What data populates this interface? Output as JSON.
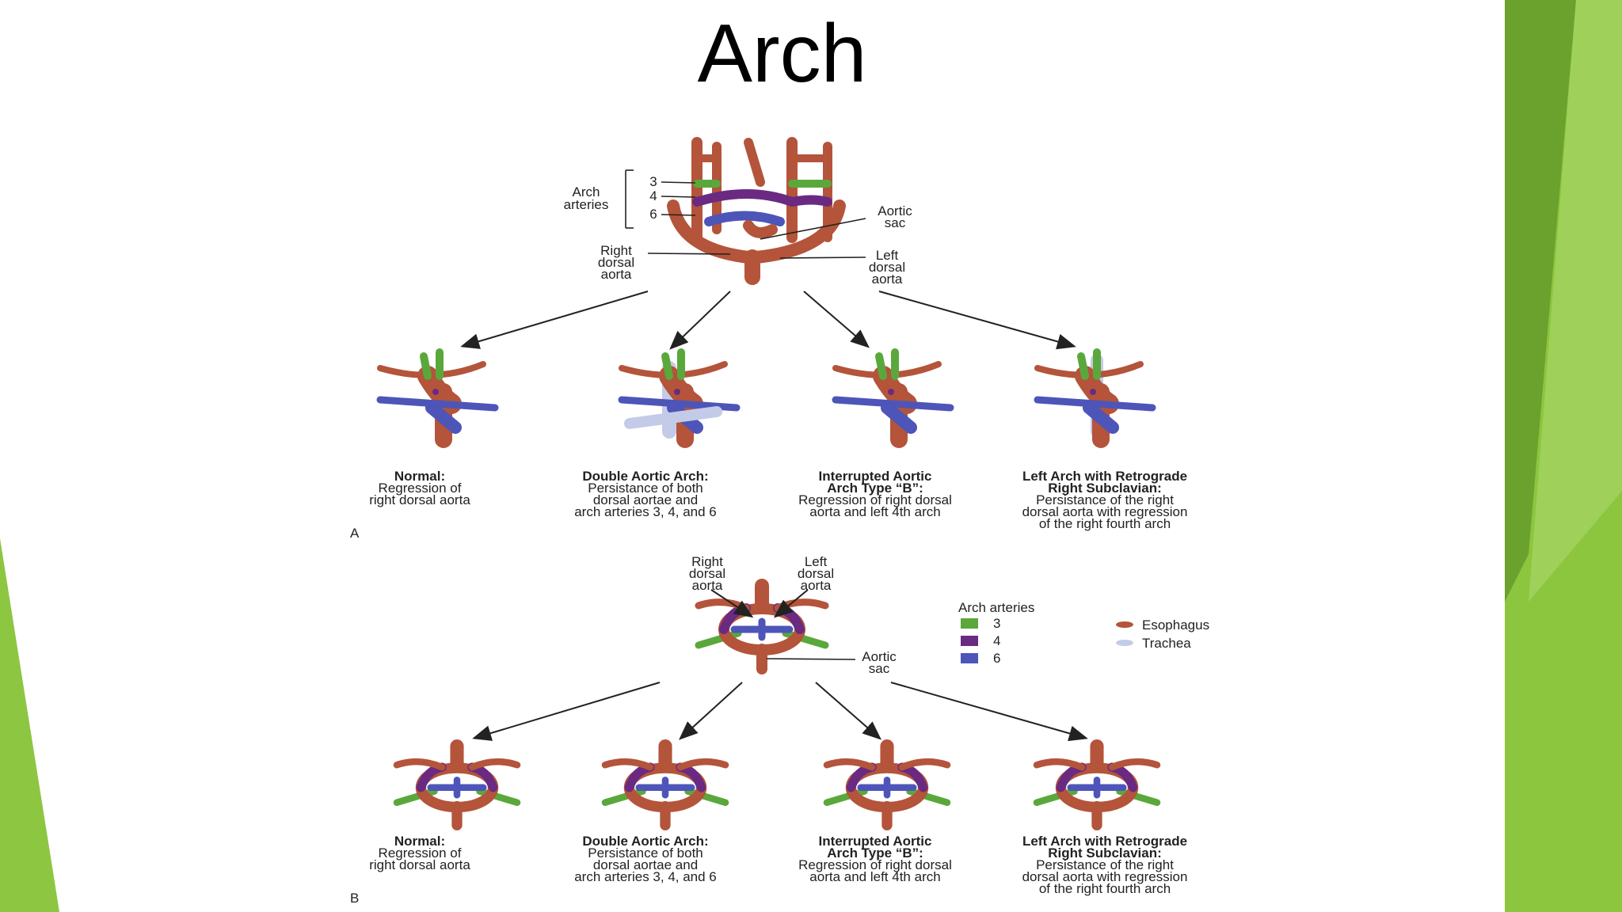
{
  "slide": {
    "title": "Arch",
    "colors": {
      "right_band": "#8cc63f",
      "right_band_dark": "#6aa22d",
      "left_wedge": "#8dc641",
      "vessel": "#b4543a",
      "arch3": "#5aa83c",
      "arch4": "#6a2a82",
      "arch6": "#4e55b8",
      "trachea": "#c4cbe8"
    }
  },
  "figure_a": {
    "panel_letter": "A",
    "arch_arteries_label": [
      "Arch",
      "arteries"
    ],
    "arch_numbers": [
      "3",
      "4",
      "6"
    ],
    "aortic_sac_label": [
      "Aortic",
      "sac"
    ],
    "right_dorsal_label": [
      "Right",
      "dorsal",
      "aorta"
    ],
    "left_dorsal_label": [
      "Left",
      "dorsal",
      "aorta"
    ],
    "variants": [
      {
        "heading": [
          "Normal:"
        ],
        "text": [
          "Regression of",
          "right dorsal aorta"
        ]
      },
      {
        "heading": [
          "Double Aortic Arch:"
        ],
        "text": [
          "Persistance of both",
          "dorsal aortae and",
          "arch arteries 3, 4, and 6"
        ]
      },
      {
        "heading": [
          "Interrupted Aortic",
          "Arch Type “B”:"
        ],
        "text": [
          "Regression of right dorsal",
          "aorta and left 4th arch"
        ]
      },
      {
        "heading": [
          "Left Arch with Retrograde",
          "Right Subclavian:"
        ],
        "text": [
          "Persistance of the right",
          "dorsal aorta with regression",
          "of the right fourth arch"
        ]
      }
    ]
  },
  "figure_b": {
    "panel_letter": "B",
    "right_dorsal_label": [
      "Right",
      "dorsal",
      "aorta"
    ],
    "left_dorsal_label": [
      "Left",
      "dorsal",
      "aorta"
    ],
    "aortic_sac_label": [
      "Aortic",
      "sac"
    ],
    "legend": {
      "title": "Arch arteries",
      "arch_items": [
        "3",
        "4",
        "6"
      ],
      "other_items": [
        "Esophagus",
        "Trachea"
      ]
    },
    "variants": [
      {
        "heading": [
          "Normal:"
        ],
        "text": [
          "Regression of",
          "right dorsal aorta"
        ]
      },
      {
        "heading": [
          "Double Aortic Arch:"
        ],
        "text": [
          "Persistance of both",
          "dorsal aortae and",
          "arch arteries 3, 4, and 6"
        ]
      },
      {
        "heading": [
          "Interrupted Aortic",
          "Arch Type “B”:"
        ],
        "text": [
          "Regression of right dorsal",
          "aorta and left 4th arch"
        ]
      },
      {
        "heading": [
          "Left Arch with Retrograde",
          "Right Subclavian:"
        ],
        "text": [
          "Persistance of the right",
          "dorsal aorta with regression",
          "of the right fourth arch"
        ]
      }
    ]
  }
}
